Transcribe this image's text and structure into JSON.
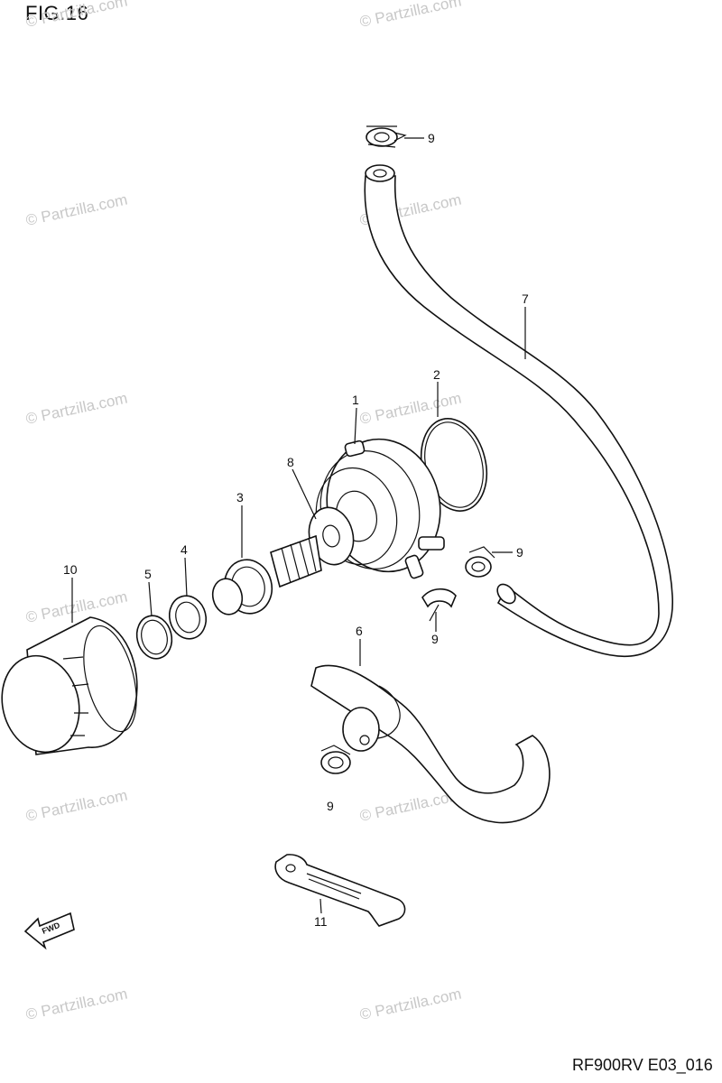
{
  "figure": {
    "title": "FIG.16",
    "drawing_code": "RF900RV E03_016"
  },
  "watermark": {
    "text": "© Partzilla.com"
  },
  "direction_arrow": {
    "label": "FWD"
  },
  "callouts": {
    "c1": "1",
    "c2": "2",
    "c3": "3",
    "c4": "4",
    "c5": "5",
    "c6": "6",
    "c7": "7",
    "c8": "8",
    "c9a": "9",
    "c9b": "9",
    "c9c": "9",
    "c9d": "9",
    "c10": "10",
    "c11": "11"
  }
}
